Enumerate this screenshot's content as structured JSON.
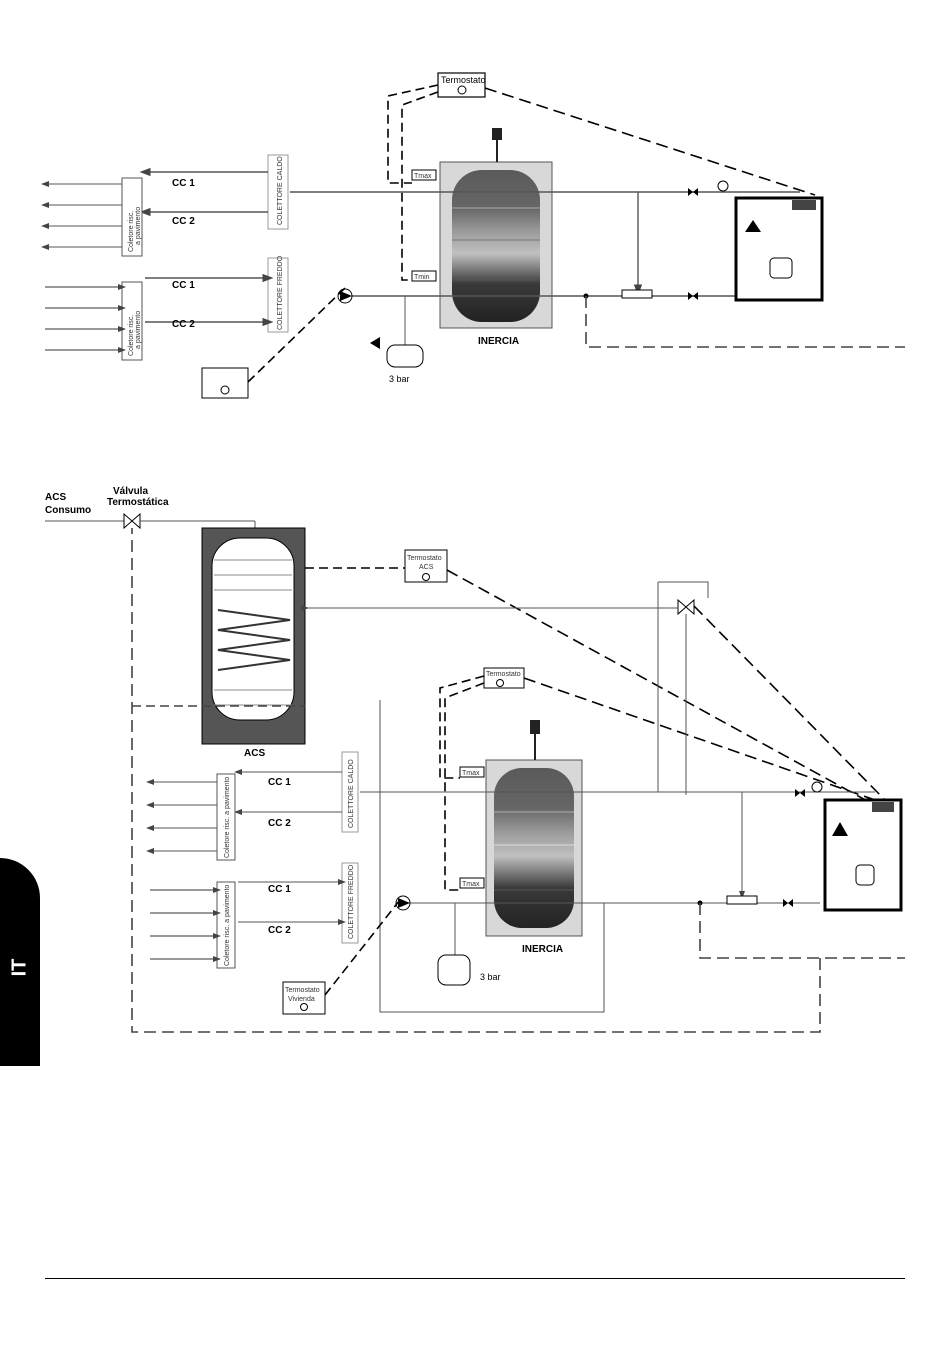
{
  "side_tab": {
    "language": "IT"
  },
  "top_diagram": {
    "thermostat": "Termostato",
    "tmax": "Tmax",
    "tmin": "Tmin",
    "cc1": "CC 1",
    "cc2": "CC 2",
    "collector_hot": "COLETTORE CALDO",
    "collector_cold": "COLETTORE FREDDO",
    "floor_collector_1": "Coletore risc.",
    "floor_collector_2": "a pavimento",
    "tank_label": "INERCIA",
    "pressure": "3 bar"
  },
  "bottom_diagram": {
    "acs_consumo_1": "ACS",
    "acs_consumo_2": "Consumo",
    "valve_1": "Válvula",
    "valve_2": "Termostática",
    "thermostat_acs_1": "Termostato",
    "thermostat_acs_2": "ACS",
    "thermostat": "Termostato",
    "thermostat_home_1": "Termostato",
    "thermostat_home_2": "Vivienda",
    "tmax_top": "Tmax",
    "tmax_bottom": "Tmax",
    "cc1_a": "CC 1",
    "cc2_a": "CC 2",
    "cc1_b": "CC 1",
    "cc2_b": "CC 2",
    "collector_hot": "COLETTORE CALDO",
    "collector_cold": "COLETTORE FREDDO",
    "floor_collector": "Coletore risc. a pavimento",
    "acs_tank": "ACS",
    "tank_label": "INERCIA",
    "pressure": "3 bar"
  }
}
